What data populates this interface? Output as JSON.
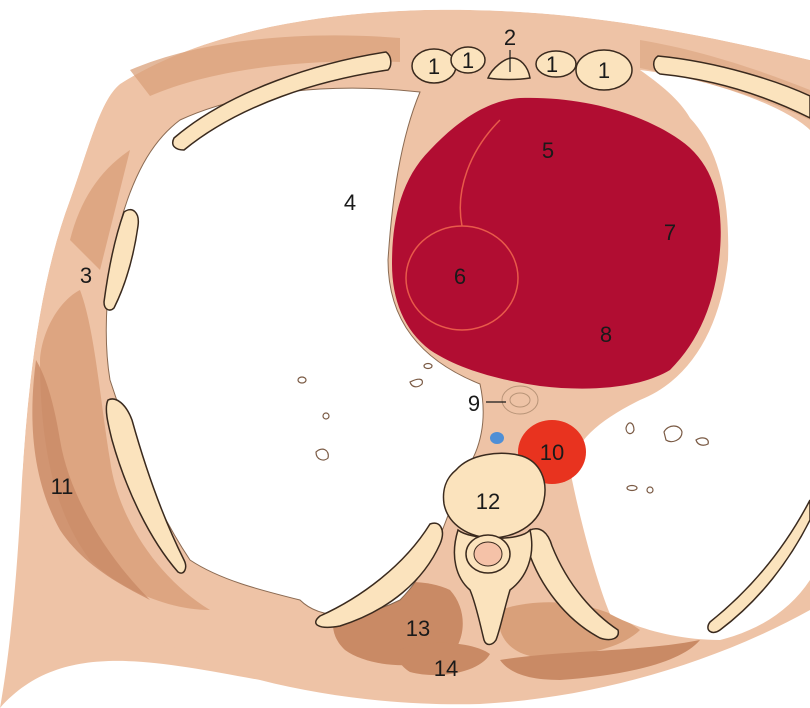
{
  "labels": {
    "l1a": "1",
    "l1b": "1",
    "l1c": "1",
    "l1d": "1",
    "l2": "2",
    "l3": "3",
    "l4": "4",
    "l5": "5",
    "l6": "6",
    "l7": "7",
    "l8": "8",
    "l9": "9",
    "l10": "10",
    "l11": "11",
    "l12": "12",
    "l13": "13",
    "l14": "14"
  },
  "colors": {
    "skin": "#eec3a6",
    "muscle": "#d9a07a",
    "muscle_dark": "#c98a65",
    "bone": "#fbe3bd",
    "bone_outline": "#3a2a1e",
    "lung": "#ffffff",
    "heart": "#b10d32",
    "heart_line": "#e85a4a",
    "aorta": "#e8331f",
    "vein_blue": "#4f8fd6",
    "cord": "#f5c2a8"
  }
}
